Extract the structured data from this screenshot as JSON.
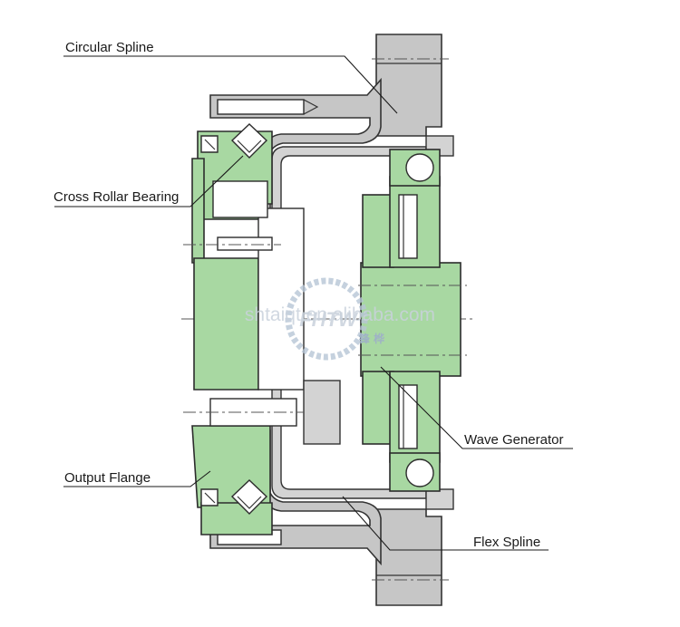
{
  "diagram": {
    "labels": {
      "circular_spline": "Circular Spline",
      "cross_roller_bearing": "Cross Rollar Bearing",
      "output_flange": "Output Flange",
      "wave_generator": "Wave Generator",
      "flex_spline": "Flex Spline"
    },
    "watermark": {
      "url": "shtaiqt.en.alibaba.com",
      "logo_text": "FHTW",
      "logo_cn": "锋 桦"
    }
  }
}
